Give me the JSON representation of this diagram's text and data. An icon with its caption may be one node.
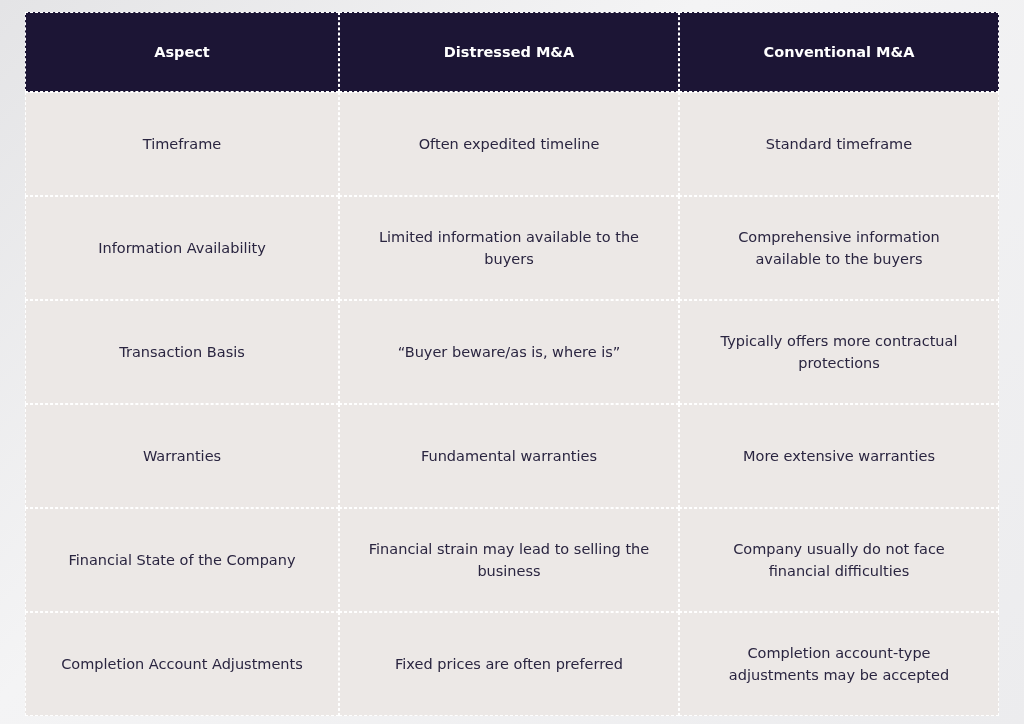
{
  "diagram": {
    "labels": [
      "Aspect",
      "Distressed M&A",
      "Conventional M&A",
      "Timeframe",
      "Often expedited timeline",
      "Standard timeframe",
      "Information Availability",
      "Limited information available to the buyers",
      "Comprehensive information available to the buyers",
      "Transaction Basis",
      "“Buyer beware/as is, where is”",
      "Typically offers more contractual protections",
      "Warranties",
      "Fundamental warranties",
      "More extensive warranties",
      "Financial State of the Company",
      "Financial strain may lead to selling the business",
      "Company usually do not face financial difficulties",
      "Completion Account Adjustments",
      "Fixed prices are often preferred",
      "Completion account-type adjustments may be accepted"
    ]
  }
}
